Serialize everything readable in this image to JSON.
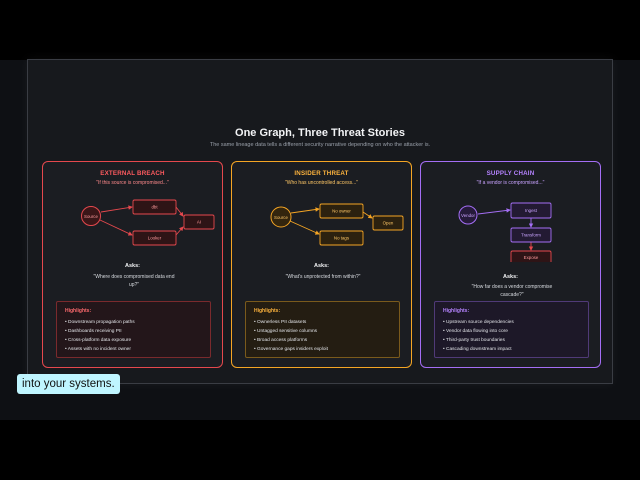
{
  "slide": {
    "title": "One Graph, Three Threat Stories",
    "subtitle": "The same lineage data tells a different security narrative depending on who the attacker is."
  },
  "colors": {
    "external": "#e5484d",
    "insider": "#f5a524",
    "supply": "#a46ef5",
    "caption_bg": "#bff5ff"
  },
  "cards": [
    {
      "heading": "EXTERNAL BREACH",
      "question": "\"If this source is compromised...\"",
      "nodes": [
        "Source",
        "dbt",
        "Looker",
        "AI"
      ],
      "asks_label": "Asks:",
      "asks_question": "\"Where does compromised data end up?\"",
      "highlights_title": "Highlights:",
      "highlights": [
        "• Downstream propagation paths",
        "• Dashboards receiving PII",
        "• Cross-platform data exposure",
        "• Assets with no incident owner"
      ]
    },
    {
      "heading": "INSIDER THREAT",
      "question": "\"Who has uncontrolled access...\"",
      "nodes": [
        "Source",
        "No owner",
        "No tags",
        "Open"
      ],
      "asks_label": "Asks:",
      "asks_question": "\"What's unprotected from within?\"",
      "highlights_title": "Highlights:",
      "highlights": [
        "• Ownerless PII datasets",
        "• Untagged sensitive columns",
        "• Broad access platforms",
        "• Governance gaps insiders exploit"
      ]
    },
    {
      "heading": "SUPPLY CHAIN",
      "question": "\"If a vendor is compromised...\"",
      "nodes": [
        "Vendor",
        "Ingest",
        "Transform",
        "Expose"
      ],
      "asks_label": "Asks:",
      "asks_question": "\"How far does a vendor compromise cascade?\"",
      "highlights_title": "Highlights:",
      "highlights": [
        "• Upstream source dependencies",
        "• Vendor data flowing into core",
        "• Third-party trust boundaries",
        "• Cascading downstream impact"
      ]
    }
  ],
  "caption": "into your systems."
}
